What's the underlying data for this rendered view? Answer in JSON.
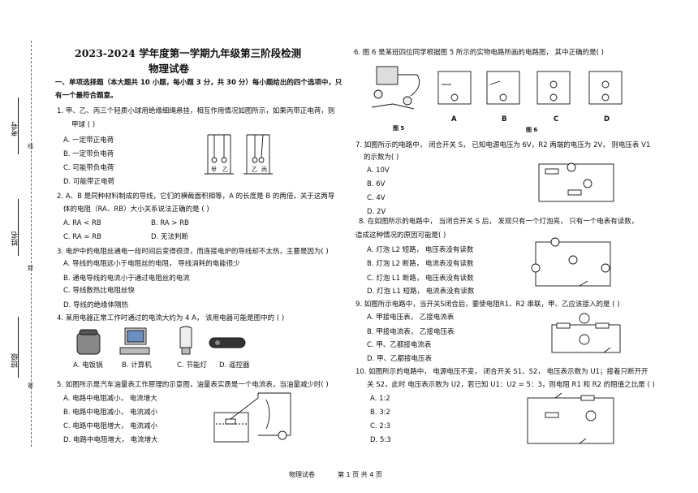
{
  "margin": {
    "kaohao": "考号",
    "xingming": "姓名",
    "banji": "班级",
    "xian": "线",
    "feng": "封",
    "mi": "密"
  },
  "header": {
    "title": "2023-2024 学年度第一学期九年级第三阶段检测",
    "subtitle": "物理试卷"
  },
  "section1": {
    "line1": "一、单项选择题（本大题共 10 小题，每小题 3 分，共 30 分）每小题给出的四个选项中，只",
    "line2": "有一个最符合题意。"
  },
  "q1": {
    "stem1": "1. 甲、乙、丙三个轻质小球用绝缘细绳悬挂，相互作用情况如图所示，如果丙带正电荷，则",
    "stem2": "甲球          (          )",
    "A": "A. 一定带正电荷",
    "B": "B. 一定带负电荷",
    "C": "C. 可能带负电荷",
    "D": "D. 可能带正电荷",
    "fig_labels": [
      "甲",
      "乙",
      "乙",
      "丙"
    ]
  },
  "q2": {
    "stem1": "2. A、B 是同种材料制成的导线，它们的横截面积相等，A 的长度是 B 的两倍，关于这两导",
    "stem2": "体的电阻（RA、RB）大小关系说法正确的是                  (          )",
    "A": "A. RA < RB",
    "B": "B. RA > RB",
    "C": "C. RA = RB",
    "D": "D. 无法判断"
  },
  "q3": {
    "stem": "3. 电炉中的电阻丝通电一段时间后变得很烫，而连接电炉的导线却不太热，主要是因为(        )",
    "A": "A. 导线的电阻远小于电阻丝的电阻， 导线消耗的电能很少",
    "B": "B. 通电导线的电流小于通过电阻丝的电流",
    "C": "C. 导线散热比电阻丝快",
    "D": "D. 导线的绝缘体隔热"
  },
  "q4": {
    "stem": "4. 某用电器正常工作时通过的电流大约为 4 A， 该用电器可能是图中的     (          )",
    "A": "A. 电饭锅",
    "B": "B. 计算机",
    "C": "C. 节能灯",
    "D": "D. 遥控器"
  },
  "q5": {
    "stem": "5. 如图所示是汽车油量表工作原理的示意图，油量表实质是一个电流表，当油量减少时(        )",
    "A": "A. 电路中电阻减小， 电流增大",
    "B": "B. 电路中电阻减小， 电流减小",
    "C": "C. 电路中电阻增大， 电流减小",
    "D": "D. 电路中电阻增大， 电流增大"
  },
  "q6": {
    "stem": "6. 图 6 是某班四位同学根据图 5 所示的实物电路所画的电路图， 其中正确的是(          )",
    "fig5": "图 5",
    "fig6": "图 6",
    "opts": [
      "A",
      "B",
      "C",
      "D"
    ]
  },
  "q7": {
    "stem1": "7. 如图所示的电路中， 闭合开关 S， 已知电源电压为 6V，R2 两端的电压为 2V， 则电压表 V1",
    "stem2": "的示数为(          )",
    "A": "A. 10V",
    "B": "B. 6V",
    "C": "C. 4V",
    "D": "D. 2V"
  },
  "q8": {
    "stem1": "8. 在如图所示的电路中， 当闭合开关 S 后， 发现只有一个灯泡亮， 只有一个电表有读数，",
    "stem2": "造成这种情况的原因可能是(          )",
    "A": "A. 灯泡 L2 短路， 电压表没有读数",
    "B": "B. 灯泡 L2 断路， 电流表没有读数",
    "C": "C. 灯泡 L1 断路， 电压表没有读数",
    "D": "D. 灯泡 L1 短路， 电流表没有读数"
  },
  "q9": {
    "stem": "9. 如图所示电路中，当开关S闭合后，要使电阻R1、R2 串联，甲、乙应该接入的是  (        )",
    "A": "A. 甲接电压表， 乙接电流表",
    "B": "B. 甲接电流表， 乙接电压表",
    "C": "C. 甲、乙都接电流表",
    "D": "D. 甲、乙都接电压表"
  },
  "q10": {
    "stem1": "10. 如图所示的电路中， 电源电压不变， 闭合开关 S1、S2， 电压表示数为 U1；接着只断开开",
    "stem2": "关 S2，此时 电压表示数为 U2，若已知 U1：U2 = 5：3，则电阻 R1 和 R2 的阻值之比是  (        )",
    "A": "A. 1:2",
    "B": "B. 3:2",
    "C": "C. 2:3",
    "D": "D. 5:3"
  },
  "footer": {
    "subject": "物理试卷",
    "page_label": "第  1  页     共  4  页"
  }
}
